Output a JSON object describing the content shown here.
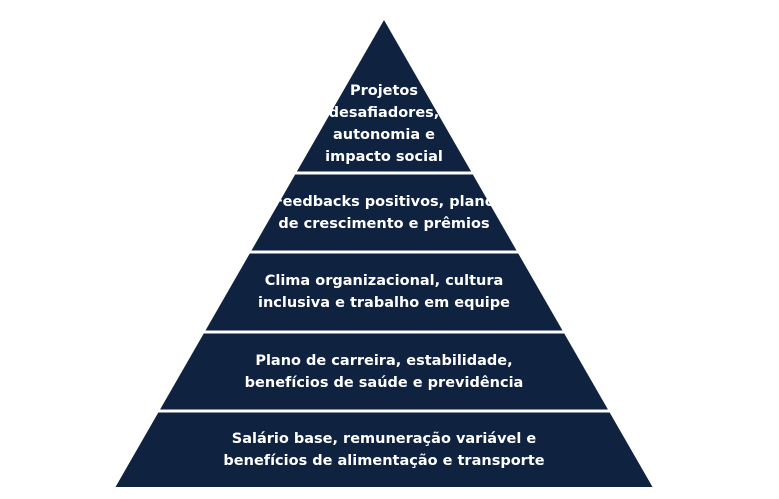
{
  "pyramid": {
    "fill_color": "#0f2240",
    "divider_color": "#ffffff",
    "tiers": [
      {
        "label": "Projetos\ndesafiadores,\nautonomia e\nimpacto social"
      },
      {
        "label": "Feedbacks positivos, plano\nde crescimento e prêmios"
      },
      {
        "label": "Clima organizacional, cultura\ninclusiva e trabalho em equipe"
      },
      {
        "label": "Plano de carreira, estabilidade,\nbenefícios de saúde e previdência"
      },
      {
        "label": "Salário base, remuneração variável e\nbenefícios de alimentação e transporte"
      }
    ]
  }
}
